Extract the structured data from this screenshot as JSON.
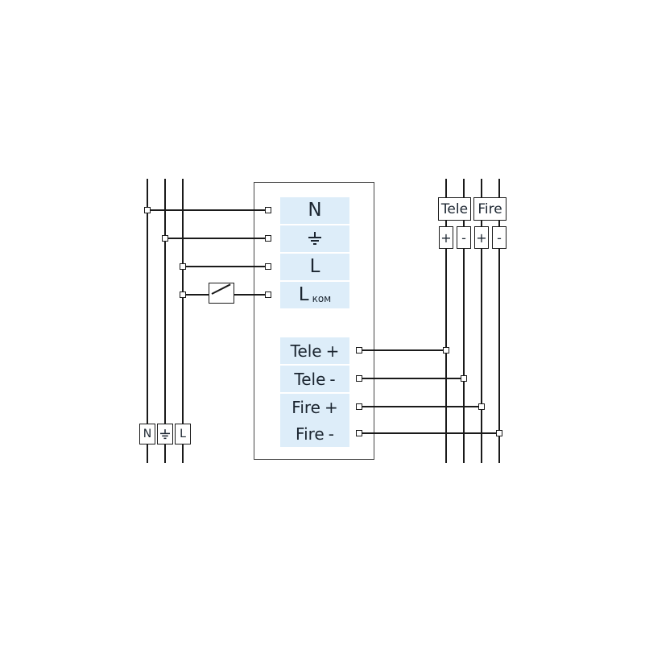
{
  "meta": {
    "type": "electrical-wiring-diagram"
  },
  "colors": {
    "wire": "#1a1a1a",
    "device_border": "#454545",
    "terminal_label_bg": "#ddedf9",
    "text": "#1b2530",
    "background": "#ffffff"
  },
  "device": {
    "power_rows": [
      {
        "text": "N",
        "sub": "",
        "icon": ""
      },
      {
        "text": "",
        "sub": "",
        "icon": "earth-ground-icon"
      },
      {
        "text": "L",
        "sub": "",
        "icon": ""
      },
      {
        "text": "L",
        "sub": "ком",
        "icon": ""
      }
    ],
    "signal_rows": [
      {
        "name": "Tele",
        "sign": "+"
      },
      {
        "name": "Tele",
        "sign": "-"
      },
      {
        "name": "Fire",
        "sign": "+"
      },
      {
        "name": "Fire",
        "sign": "-"
      }
    ]
  },
  "mains": {
    "terminals": [
      {
        "label": "N",
        "icon": ""
      },
      {
        "label": "",
        "icon": "earth-ground-icon"
      },
      {
        "label": "L",
        "icon": ""
      }
    ]
  },
  "outputs": {
    "groups": [
      {
        "name": "Tele"
      },
      {
        "name": "Fire"
      }
    ],
    "polarity": [
      {
        "label": "+"
      },
      {
        "label": "-"
      },
      {
        "label": "+"
      },
      {
        "label": "-"
      }
    ]
  }
}
